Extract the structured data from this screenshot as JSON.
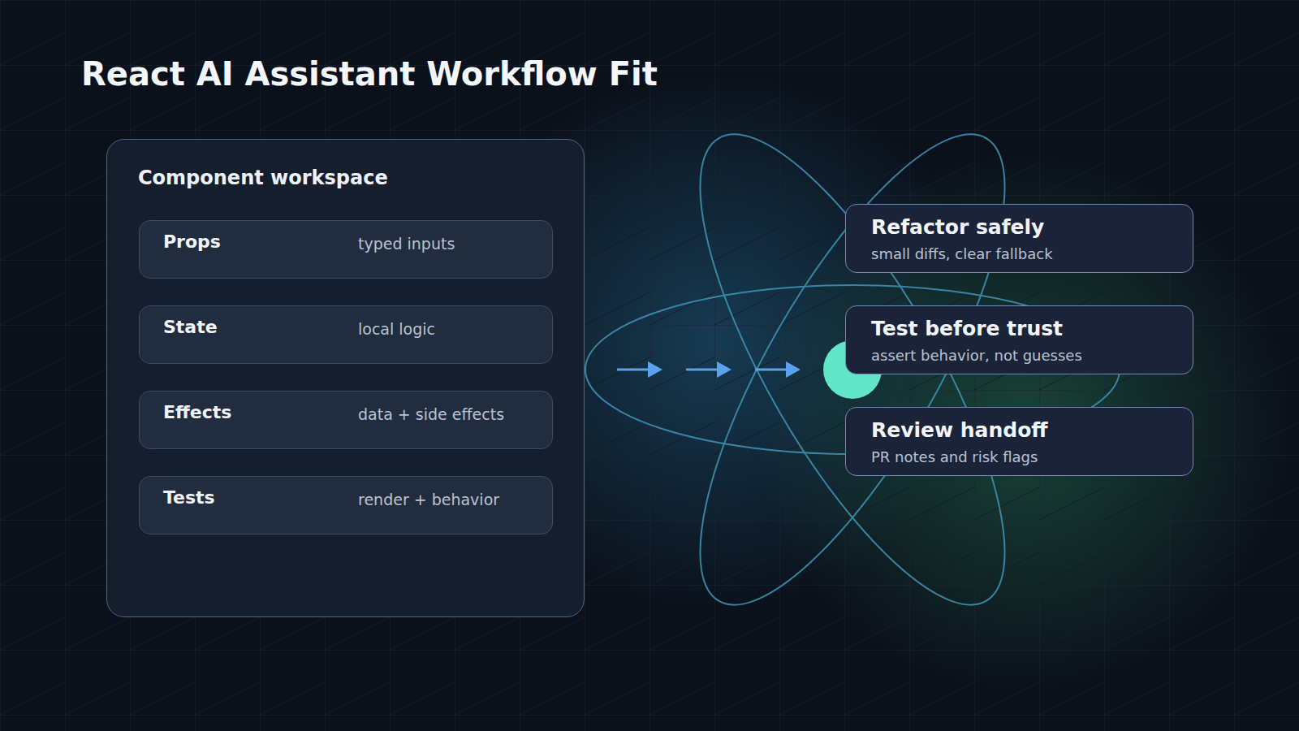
{
  "diagram": {
    "title": "React AI Assistant Workflow Fit",
    "nodes": [
      {
        "text": [
          "Component workspace"
        ]
      },
      {
        "text": [
          "Props",
          "typed inputs"
        ],
        "in": 0
      },
      {
        "text": [
          "State",
          "local logic"
        ],
        "in": 0
      },
      {
        "text": [
          "Effects",
          "data + side effects"
        ],
        "in": 0
      },
      {
        "text": [
          "Tests",
          "render + behavior"
        ],
        "in": 0
      },
      {
        "text": [
          "Refactor safely",
          "small diffs, clear fallback"
        ]
      },
      {
        "text": [
          "Test before trust",
          "assert behavior, not guesses"
        ]
      },
      {
        "text": [
          "Review handoff",
          "PR notes and risk flags"
        ]
      }
    ]
  }
}
